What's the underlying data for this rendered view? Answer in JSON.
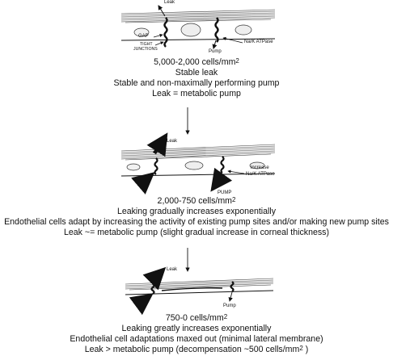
{
  "stages": [
    {
      "labels": {
        "leak": "Leak",
        "gap": "GAP",
        "tight_junctions_1": "TIGHT",
        "tight_junctions_2": "JUNCTIONS",
        "pump": "Pump",
        "atpase": "Na/K ATPase"
      },
      "density": "5,000-2,000 cells/mm",
      "density_sup": "2",
      "lines": [
        "Stable leak",
        "Stable and non-maximally performing pump",
        "Leak = metabolic pump"
      ]
    },
    {
      "labels": {
        "leak": "Leak",
        "increase": "increase",
        "atpase": "Na/K ATPase",
        "pump": "PUMP"
      },
      "density": "2,000-750 cells/mm",
      "density_sup": "2",
      "lines": [
        "Leaking gradually increases exponentially",
        "Endothelial cells adapt by increasing the activity of existing pump sites and/or making new pump sites",
        "Leak ~= metabolic pump (slight gradual increase in corneal thickness)"
      ]
    },
    {
      "labels": {
        "leak": "Leak",
        "pump": "Pump"
      },
      "density": "750-0 cells/mm",
      "density_sup": "2",
      "lines": [
        "Leaking greatly increases exponentially",
        "Endothelial cell adaptations maxed out (minimal lateral membrane)",
        "Leak > metabolic pump (decompensation ~500 cells/mm",
        " )"
      ],
      "last_sup": "2"
    }
  ]
}
